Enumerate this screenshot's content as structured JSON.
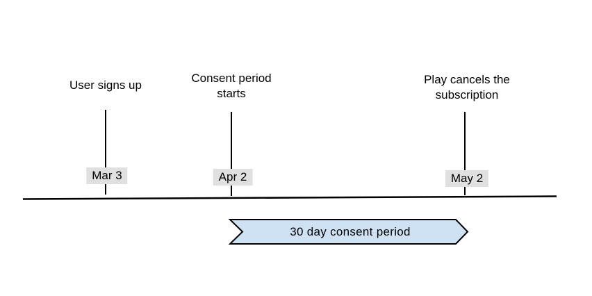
{
  "diagram": {
    "events": [
      {
        "label": "User signs up",
        "date": "Mar 3"
      },
      {
        "label": "Consent period starts",
        "date": "Apr 2"
      },
      {
        "label": "Play cancels the subscription",
        "date": "May 2"
      }
    ],
    "banner": {
      "label": "30 day consent period"
    },
    "colors": {
      "background": "#ffffff",
      "banner_fill": "#cfe2f3",
      "banner_border": "#000000",
      "date_badge_bg": "#e0e0e0",
      "line": "#000000",
      "text": "#000000"
    }
  }
}
